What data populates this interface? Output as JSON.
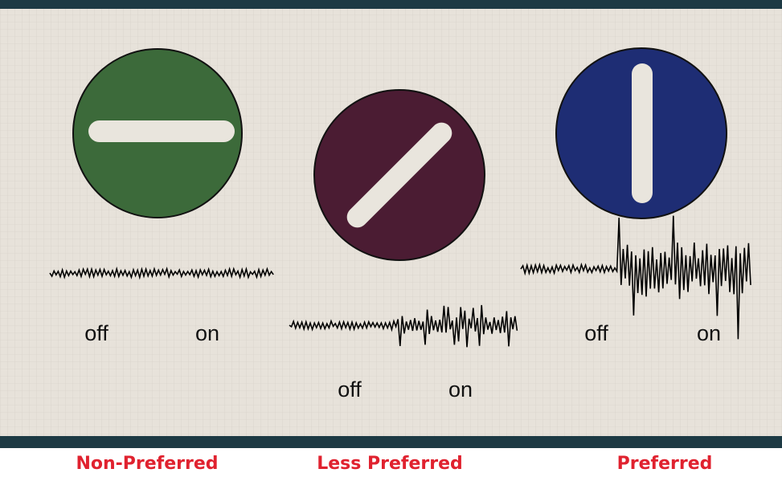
{
  "colors": {
    "background": "#e7e2da",
    "rule": "#1d3a44",
    "caption": "#e0222f",
    "slot": "#e9e5dd",
    "trace": "#000000"
  },
  "panels": [
    {
      "caption": "Non-Preferred",
      "knob_color": "#3c6a3a",
      "slot_orientation_deg": 0,
      "off_label": "off",
      "on_label": "on",
      "off_noise": "low",
      "on_noise": "low"
    },
    {
      "caption": "Less Preferred",
      "knob_color": "#4b1c33",
      "slot_orientation_deg": 45,
      "off_label": "off",
      "on_label": "on",
      "off_noise": "low",
      "on_noise": "medium"
    },
    {
      "caption": "Preferred",
      "knob_color": "#1e2d74",
      "slot_orientation_deg": 90,
      "off_label": "off",
      "on_label": "on",
      "off_noise": "low",
      "on_noise": "high"
    }
  ]
}
